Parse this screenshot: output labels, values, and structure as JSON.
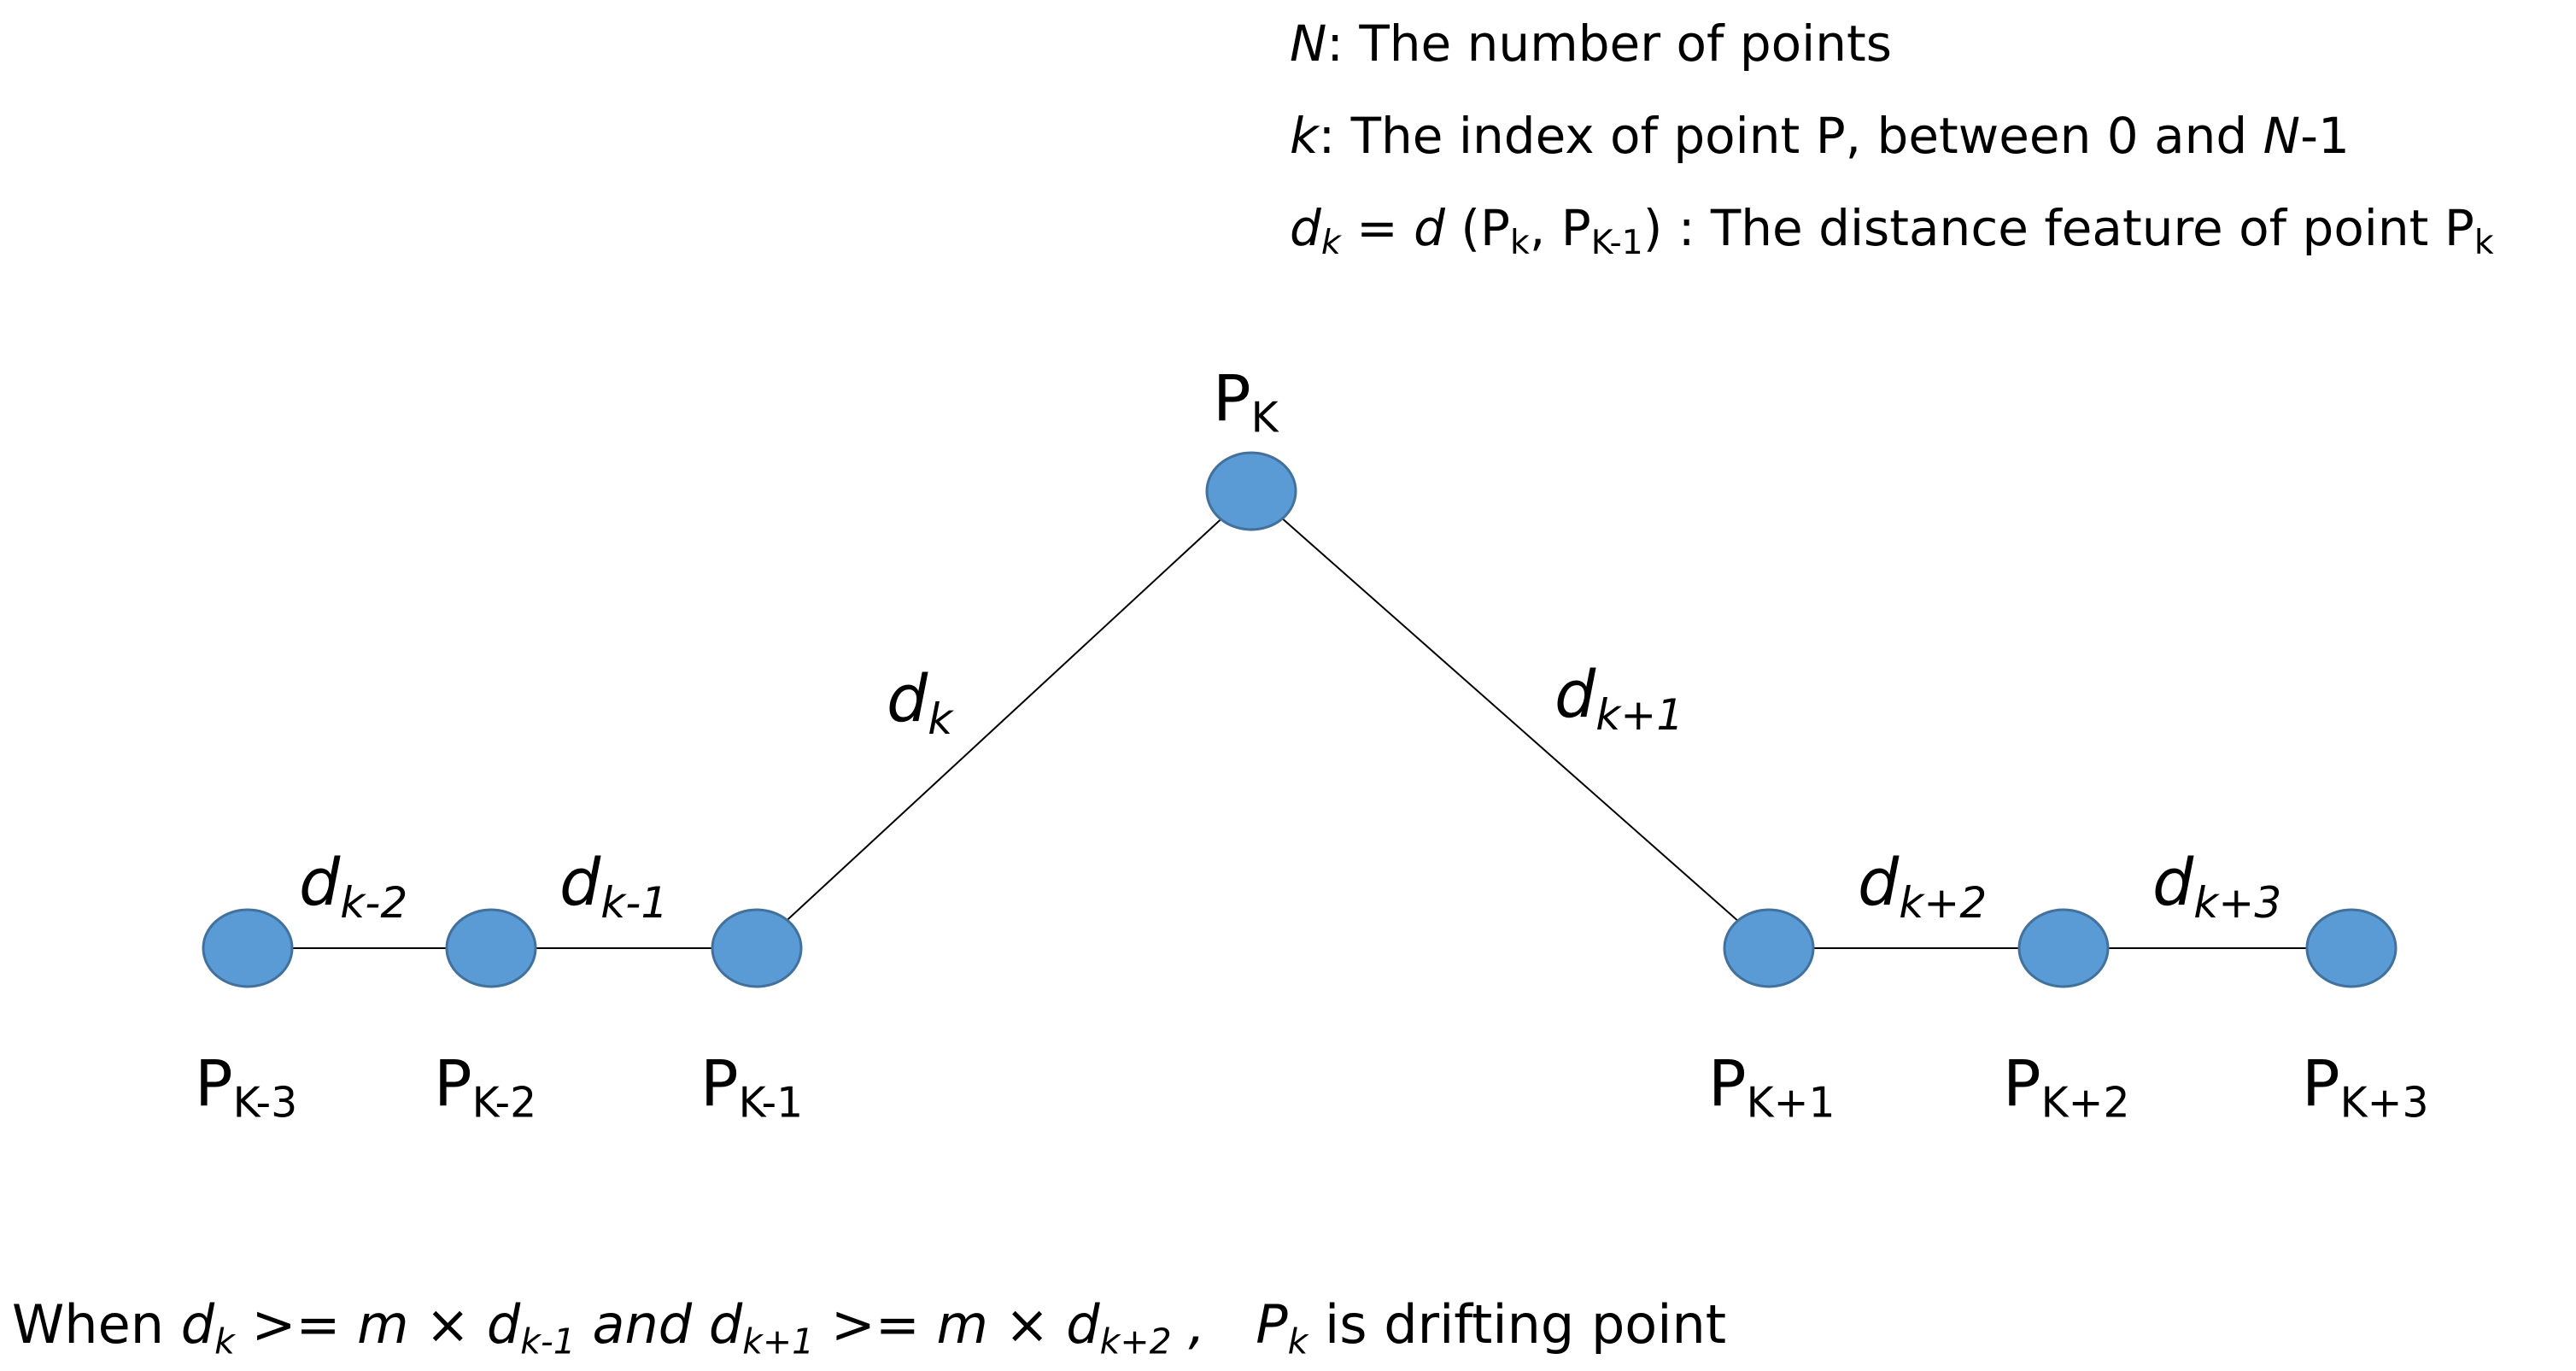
{
  "legend": {
    "line1": {
      "var": "N",
      "text": ":  The number of points"
    },
    "line2": {
      "var": "k",
      "text": ":  The index of point P, between 0 and ",
      "var2": "N",
      "tail": "-1"
    },
    "line3": {
      "d": "d",
      "d_sub": "k",
      "eq": " = ",
      "d2": "d",
      "paren_open": " (P",
      "p1_sub": "k",
      "comma": ", P",
      "p2_sub": "K-1",
      "paren_close": ")",
      "text": "  :  The distance feature of point P",
      "tail_sub": "k"
    }
  },
  "points": [
    {
      "id": "pk-3",
      "main": "P",
      "sub": "K-3"
    },
    {
      "id": "pk-2",
      "main": "P",
      "sub": "K-2"
    },
    {
      "id": "pk-1",
      "main": "P",
      "sub": "K-1"
    },
    {
      "id": "pk",
      "main": "P",
      "sub": "K"
    },
    {
      "id": "pk+1",
      "main": "P",
      "sub": "K+1"
    },
    {
      "id": "pk+2",
      "main": "P",
      "sub": "K+2"
    },
    {
      "id": "pk+3",
      "main": "P",
      "sub": "K+3"
    }
  ],
  "distances": [
    {
      "main": "d",
      "sub": "k-2"
    },
    {
      "main": "d",
      "sub": "k-1"
    },
    {
      "main": "d",
      "sub": "k"
    },
    {
      "main": "d",
      "sub": "k+1"
    },
    {
      "main": "d",
      "sub": "k+2"
    },
    {
      "main": "d",
      "sub": "k+3"
    }
  ],
  "formula": {
    "when": "When ",
    "d1": "d",
    "d1_sub": "k",
    "op1": " >= ",
    "m1": "m",
    "times1": " × ",
    "d2": "d",
    "d2_sub": "k-1",
    "and": " and ",
    "d3": "d",
    "d3_sub": "k+1",
    "op2": " >= ",
    "m2": "m",
    "times2": " × ",
    "d4": "d",
    "d4_sub": "k+2",
    "comma": " ,   ",
    "p": "P",
    "p_sub": "k",
    "tail": " is drifting point"
  },
  "colors": {
    "node_fill": "#5b9bd5",
    "node_stroke": "#41719c",
    "edge": "#000000"
  }
}
